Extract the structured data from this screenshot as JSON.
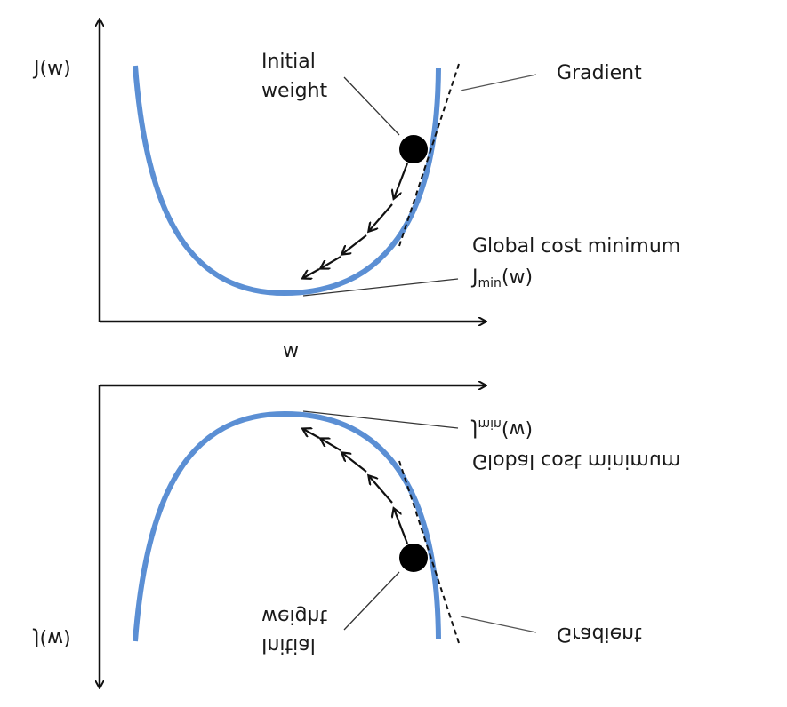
{
  "diagram": {
    "y_axis_label": "J(w)",
    "x_axis_label": "w",
    "initial_weight_line1": "Initial",
    "initial_weight_line2": "weight",
    "gradient_label": "Gradient",
    "global_min_label": "Global cost minimum",
    "jmin_main": "J",
    "jmin_sub": "min",
    "jmin_arg": "(w)"
  },
  "colors": {
    "curve": "#5b8fd4",
    "ink": "#111111",
    "leader": "#333333"
  }
}
